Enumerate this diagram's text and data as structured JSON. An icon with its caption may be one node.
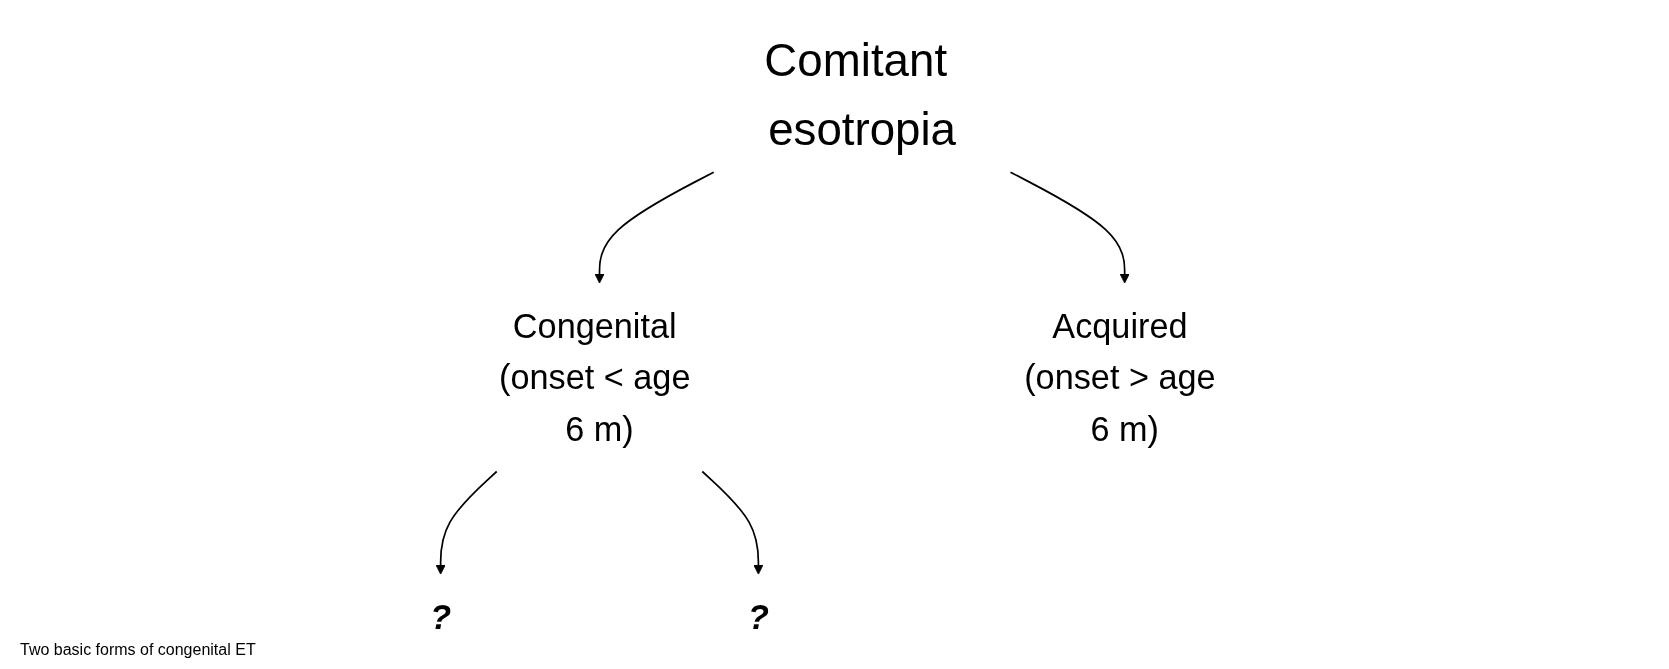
{
  "diagram": {
    "nodes": [
      {
        "text": [
          "Comitant esotropia"
        ]
      },
      {
        "text": [
          "Congenital (onset < age 6 m)"
        ]
      },
      {
        "text": [
          "Acquired (onset > age 6 m)"
        ]
      },
      {
        "text": [
          "?"
        ]
      },
      {
        "text": [
          "?"
        ]
      }
    ],
    "edges": [
      {
        "from": 0,
        "to": 1,
        "arrow": "to"
      },
      {
        "from": 0,
        "to": 2,
        "arrow": "to"
      },
      {
        "from": 1,
        "to": 3,
        "arrow": "to"
      },
      {
        "from": 1,
        "to": 4,
        "arrow": "to"
      }
    ],
    "labels": [
      "Two basic forms of congenital ET"
    ]
  }
}
